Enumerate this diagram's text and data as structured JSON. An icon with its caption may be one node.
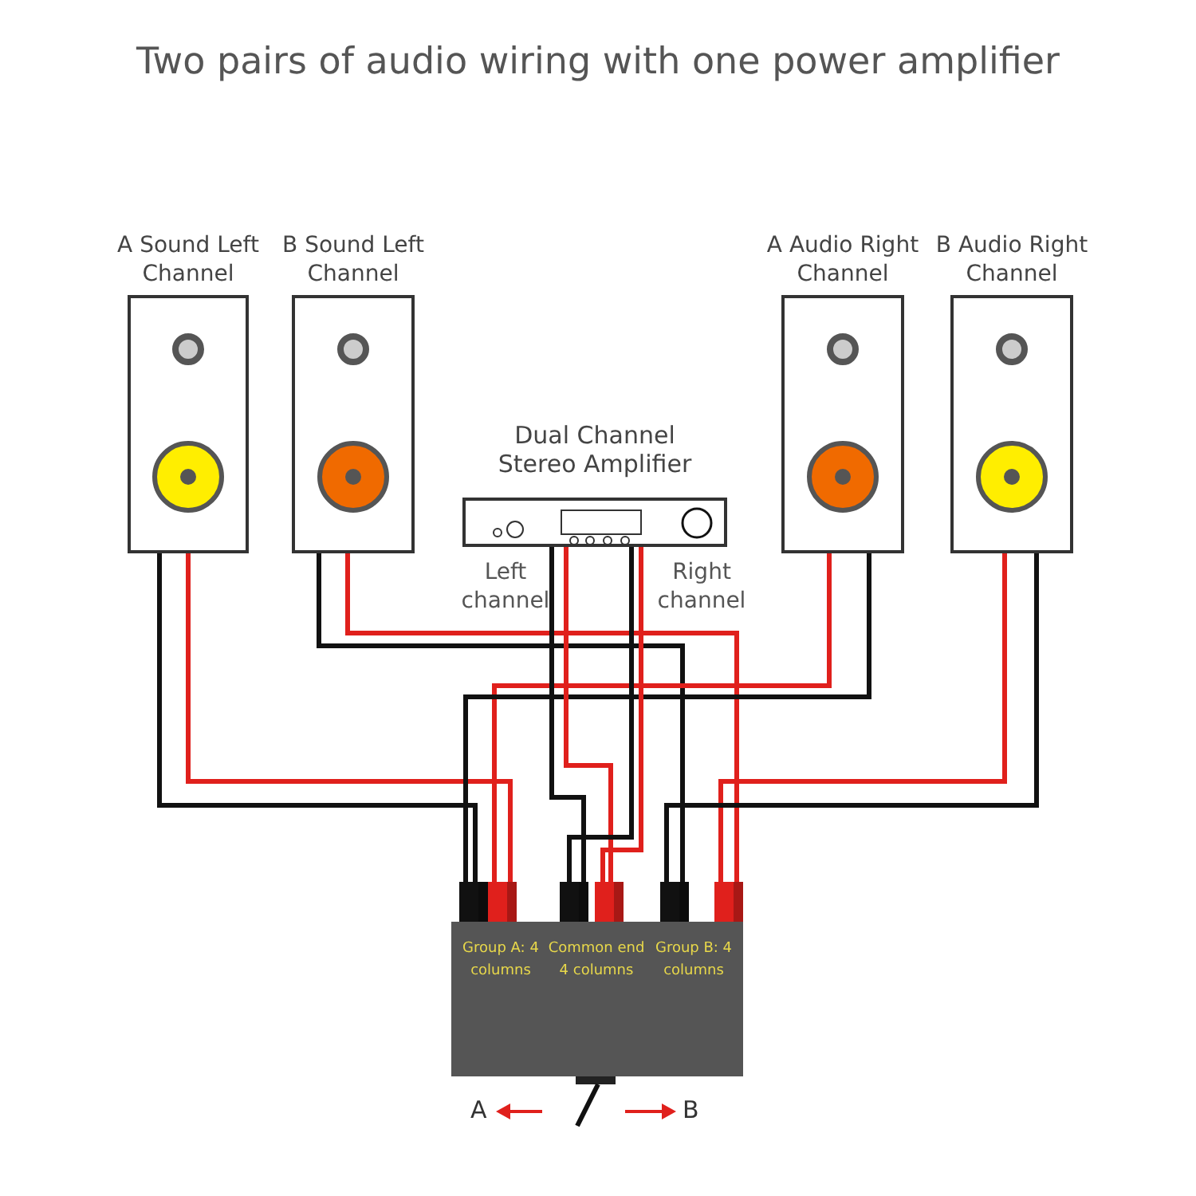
{
  "diagram": {
    "title": "Two pairs of audio wiring with one power amplifier",
    "nodes": [
      {
        "text": [
          "A Sound Left Channel"
        ]
      },
      {
        "text": [
          "B Sound Left Channel"
        ]
      },
      {
        "text": [
          "Dual Channel Stereo Amplifier"
        ],
        "beside": [
          "Left channel",
          "Right channel"
        ]
      },
      {
        "text": [
          "A Audio Right Channel"
        ]
      },
      {
        "text": [
          "B Audio Right Channel"
        ]
      },
      {
        "text": [],
        "shape": "box"
      },
      {
        "text": [
          "Group A: 4 columns"
        ],
        "in": 5
      },
      {
        "text": [
          "Common end 4 columns"
        ],
        "in": 5
      },
      {
        "text": [
          "Group B: 4 columns"
        ],
        "in": 5
      }
    ],
    "edges": [
      {
        "from": 0,
        "to": 6,
        "arrow": "none"
      },
      {
        "from": 0,
        "to": 6,
        "arrow": "none",
        "color": "#e0201c"
      },
      {
        "from": 1,
        "to": 8,
        "arrow": "none"
      },
      {
        "from": 1,
        "to": 8,
        "arrow": "none",
        "color": "#e0201c"
      },
      {
        "from": 3,
        "to": 6,
        "arrow": "none",
        "color": "#e0201c"
      },
      {
        "from": 3,
        "to": 6,
        "arrow": "none"
      },
      {
        "from": 4,
        "to": 8,
        "arrow": "none",
        "color": "#e0201c"
      },
      {
        "from": 4,
        "to": 8,
        "arrow": "none"
      },
      {
        "from": 2,
        "to": 7,
        "arrow": "none"
      },
      {
        "from": 2,
        "to": 7,
        "arrow": "none",
        "color": "#e0201c"
      },
      {
        "from": 2,
        "to": 7,
        "arrow": "none"
      },
      {
        "from": 2,
        "to": 7,
        "arrow": "none",
        "color": "#e0201c"
      }
    ],
    "labels": [
      "A",
      "B"
    ]
  }
}
